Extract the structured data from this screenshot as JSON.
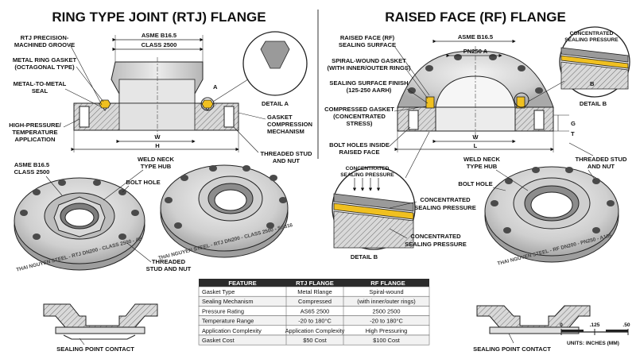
{
  "left": {
    "title": "RING TYPE JOINT (RTJ) FLANGE",
    "labels": {
      "groove": [
        "RTJ PRECISION-",
        "MACHINED GROOVE"
      ],
      "gasket": [
        "METAL RING GASKET",
        "(OCTAGONAL TYPE)"
      ],
      "seal": [
        "METAL-TO-METAL",
        "SEAL"
      ],
      "pressure": [
        "HIGH-PRESSURE/",
        "TEMPERATURE",
        "APPLICATION"
      ],
      "asme": "ASME B16.5",
      "class": "CLASS 2500",
      "detail_marker": "A",
      "detail_caption": "DETAIL A",
      "compression": [
        "GASKET",
        "COMPRESSION",
        "MECHANISM"
      ],
      "dim_w": "W",
      "dim_h": "H",
      "stud": [
        "THREADED STUD",
        "AND NUT"
      ],
      "iso_asme": [
        "ASME B16.5",
        "CLASS 2500"
      ],
      "weld_neck": [
        "WELD NECK",
        "TYPE HUB"
      ],
      "bolt_hole": "BOLT HOLE",
      "stud2": [
        "THREADED",
        "STUD AND NUT"
      ],
      "stamp1": "THAI NGUYEN STEEL - RTJ DN200 - CLASS 2500 - 4B",
      "stamp2": "THAI NGUYEN STEEL - RTJ DN200 - CLASS 2500 - SS316",
      "sealing_point": "SEALING POINT CONTACT"
    }
  },
  "right": {
    "title": "RAISED FACE (RF) FLANGE",
    "labels": {
      "raised_face": [
        "RAISED FACE (RF)",
        "SEALING SURFACE"
      ],
      "spiral": [
        "SPIRAL-WOUND GASKET",
        "(with inner/outer rings)"
      ],
      "finish": [
        "SEALING SURFACE FINISH",
        "(125-250 AARH)"
      ],
      "compressed": [
        "COMPRESSED GASKET",
        "(CONCENTRATED",
        "STRESS)"
      ],
      "bolt_holes": [
        "BOLT HOLES INSIDE",
        "RAISED FACE"
      ],
      "asme": "ASME B16.5",
      "pn": "PN250 A",
      "concentrated_top": [
        "CONCENTRATED",
        "SEALING PRESSURE"
      ],
      "detail_marker": "B",
      "detail_caption": "DETAIL B",
      "dim_w": "W",
      "dim_l": "L",
      "dim_g": "G",
      "dim_t": "T",
      "conc_small": [
        "CONCENTRATED",
        "SEALING PRESSURE"
      ],
      "conc1": [
        "CONCENTRATED",
        "SEALING PRESSURE"
      ],
      "conc2": [
        "CONCENTRATED",
        "SEALING PRESSURE"
      ],
      "weld_neck": [
        "WELD NECK",
        "TYPE HUB"
      ],
      "bolt_hole": "BOLT HOLE",
      "stud": [
        "THREADED STUD",
        "AND NUT"
      ],
      "stamp": "THAI NGUYEN STEEL - RF DN200 - PN250 - A105",
      "sealing_point": "SEALING POINT CONTACT"
    }
  },
  "table": {
    "headers": [
      "FEATURE",
      "RTJ FLANGE",
      "RF FLANGE"
    ],
    "rows": [
      [
        "Gasket Type",
        "Metal Rlange",
        "Spiral-wound"
      ],
      [
        "Sealing Mechanism",
        "Compressed",
        "(with inner/outer rings)"
      ],
      [
        "Pressure Rating",
        "AS65 2500",
        "2500 2500"
      ],
      [
        "Temperature Range",
        "-20 to 180°C",
        "-20 to 180°C"
      ],
      [
        "Application Complexity",
        "Application Complexity",
        "High Pressuring"
      ],
      [
        "Gasket Cost",
        "$50 Cost",
        "$100 Cost"
      ]
    ]
  },
  "scale": {
    "ticks": [
      "0",
      ".125",
      ".50"
    ],
    "caption": "UNITS: INCHES (MM)"
  }
}
